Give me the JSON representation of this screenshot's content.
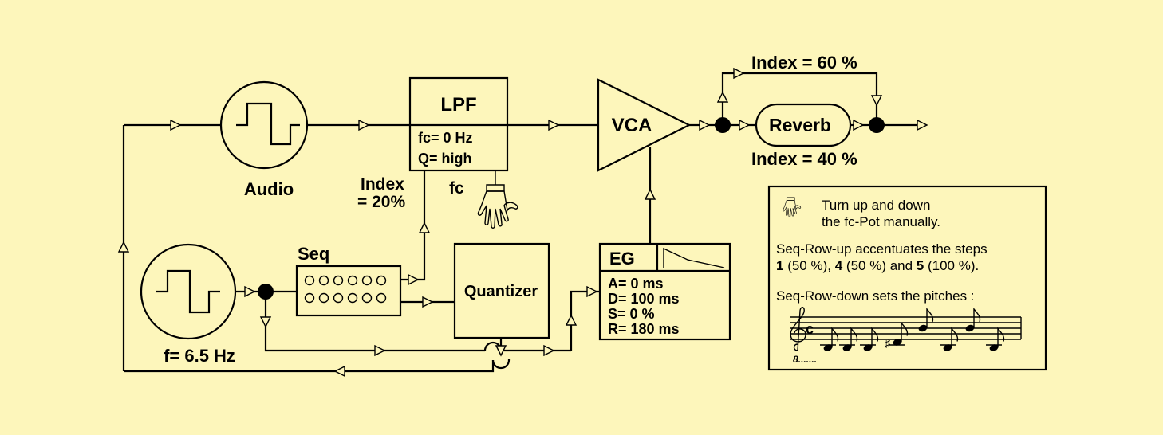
{
  "colors": {
    "background": "#fdf6bb",
    "stroke": "#000000"
  },
  "audio_osc": {
    "label": "Audio",
    "waveform": "square"
  },
  "lfo": {
    "label": "f= 6.5 Hz",
    "waveform": "square"
  },
  "lpf": {
    "title": "LPF",
    "fc": "fc= 0 Hz",
    "q": "Q= high",
    "fc_pot_label": "fc",
    "index_label_line1": "Index",
    "index_label_line2": "= 20%"
  },
  "vca": {
    "label": "VCA"
  },
  "reverb": {
    "label": "Reverb",
    "index_top": "Index = 60 %",
    "index_bottom": "Index = 40 %"
  },
  "seq": {
    "label": "Seq",
    "steps_per_row": 6,
    "rows": 2
  },
  "quantizer": {
    "label": "Quantizer"
  },
  "eg": {
    "title": "EG",
    "a": "A= 0 ms",
    "d": "D= 100 ms",
    "s": "S= 0 %",
    "r": "R= 180 ms"
  },
  "notes": {
    "line1": "Turn up and down",
    "line2": "the fc-Pot manually.",
    "accent_line1": "Seq-Row-up accentuates the steps",
    "accent_line2_b1": "1",
    "accent_line2_t1": " (50 %), ",
    "accent_line2_b2": "4",
    "accent_line2_t2": " (50 %) and ",
    "accent_line2_b3": "5",
    "accent_line2_t3": " (100 %).",
    "pitch_line": "Seq-Row-down sets the pitches :",
    "octave_mark": "8.......",
    "clef": "treble-8vb",
    "time_signature": "c",
    "pitches": [
      "A",
      "A",
      "A",
      "C#",
      "F",
      "A",
      "F",
      "A"
    ]
  },
  "icons": [
    "hand-icon",
    "square-wave-icon",
    "envelope-icon",
    "treble-clef-icon"
  ]
}
